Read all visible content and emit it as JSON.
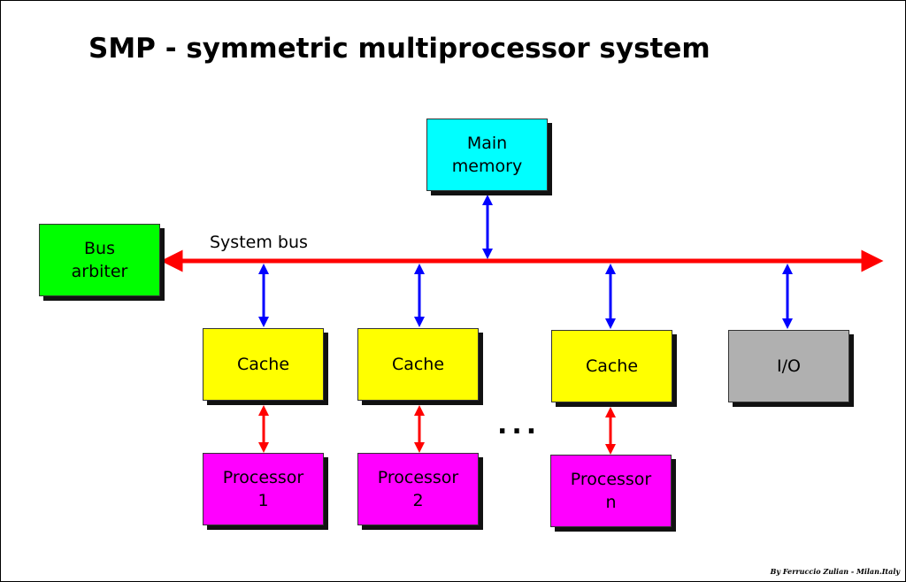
{
  "title": "SMP - symmetric multiprocessor system",
  "bus_label": "System bus",
  "ellipsis": "...",
  "credit": "By Ferruccio Zulian - Milan.Italy",
  "colors": {
    "bus": "#ff0000",
    "bus_link": "#0000ff",
    "cache_link": "#ff0000",
    "main_memory": "#00ffff",
    "bus_arbiter": "#00ff00",
    "cache": "#ffff00",
    "processor": "#ff00ff",
    "io": "#b0b0b0"
  },
  "nodes": {
    "main_memory": "Main\nmemory",
    "bus_arbiter": "Bus\narbiter",
    "cache_1": "Cache",
    "cache_2": "Cache",
    "cache_n": "Cache",
    "io": "I/O",
    "processor_1": "Processor\n1",
    "processor_2": "Processor\n2",
    "processor_n": "Processor\nn"
  }
}
